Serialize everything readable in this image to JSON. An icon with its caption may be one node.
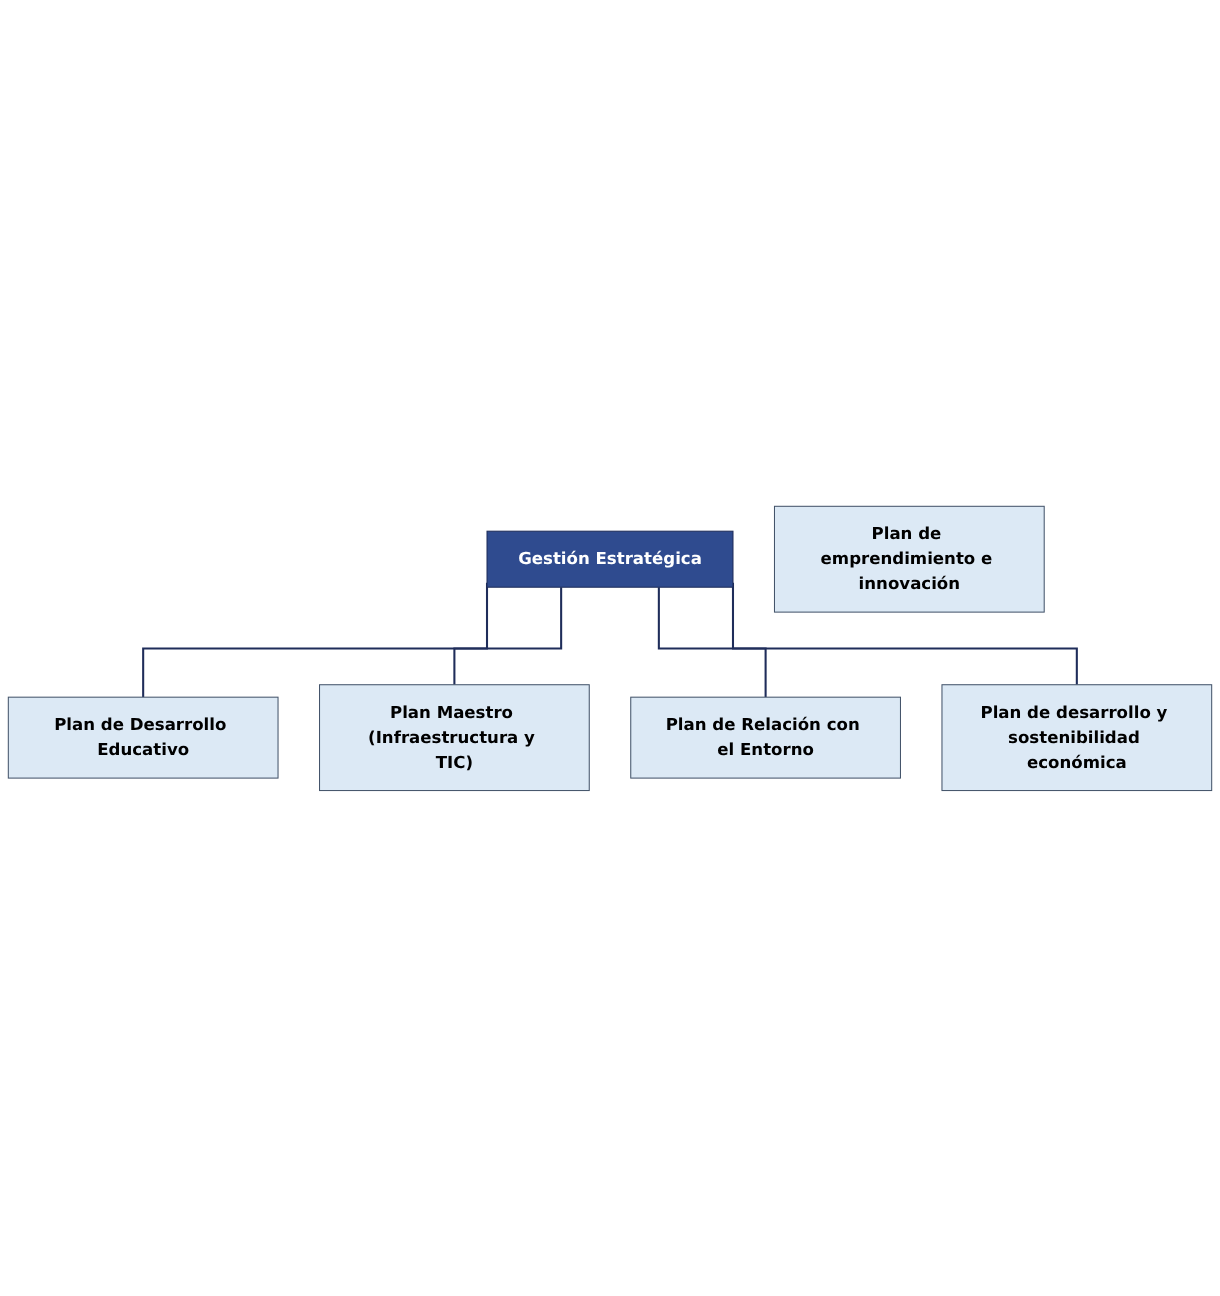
{
  "diagram": {
    "nodes": [
      {
        "text": [
          "Gestión Estratégica"
        ]
      },
      {
        "text": [
          "Plan de Desarrollo Educativo"
        ]
      },
      {
        "text": [
          "Plan de emprendimiento e innovación"
        ]
      },
      {
        "text": [
          "Plan Maestro (Infraestructura y TIC)"
        ]
      },
      {
        "text": [
          "Plan de Relación con el Entorno"
        ]
      },
      {
        "text": [
          "Plan de desarrollo y sostenibilidad económica"
        ]
      }
    ],
    "edges": [
      {
        "from": 0,
        "to": 1,
        "arrow": "none"
      },
      {
        "from": 0,
        "to": 3,
        "arrow": "none"
      },
      {
        "from": 0,
        "to": 4,
        "arrow": "none"
      },
      {
        "from": 0,
        "to": 5,
        "arrow": "none"
      }
    ]
  }
}
